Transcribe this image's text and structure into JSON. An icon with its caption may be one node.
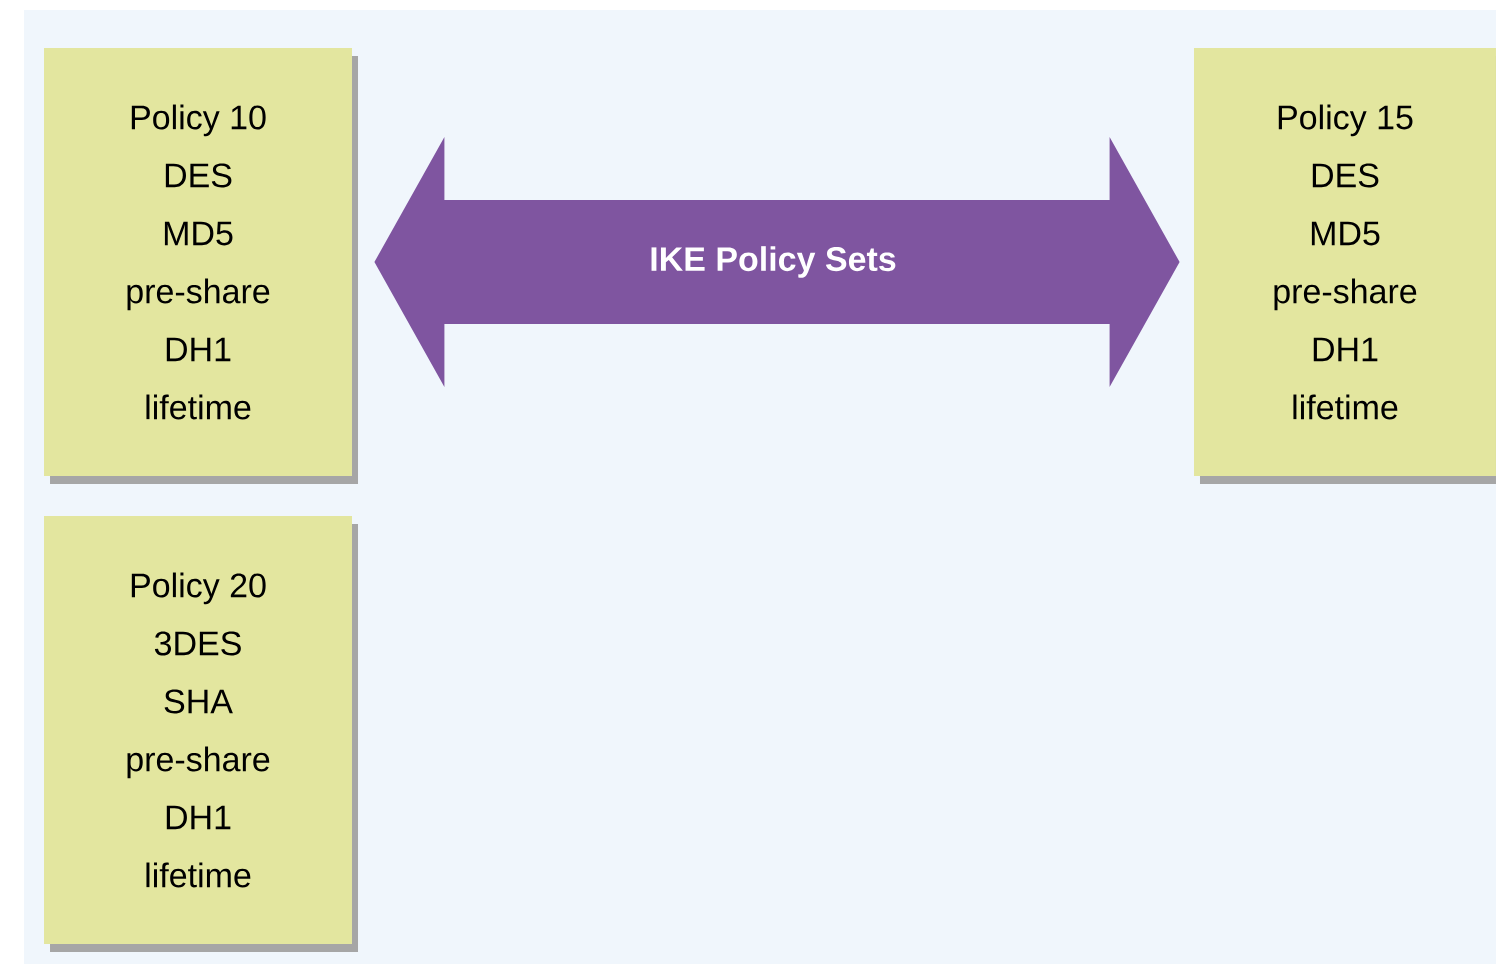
{
  "diagram": {
    "nodes": [
      {
        "text": [
          "Policy 10",
          "DES",
          "MD5",
          "pre-share",
          "DH1",
          "lifetime"
        ]
      },
      {
        "text": [
          "Policy 20",
          "3DES",
          "SHA",
          "pre-share",
          "DH1",
          "lifetime"
        ]
      },
      {
        "text": [
          "Policy 15",
          "DES",
          "MD5",
          "pre-share",
          "DH1",
          "lifetime"
        ]
      }
    ],
    "edges": [
      {
        "from": 0,
        "to": 2,
        "arrow": "both",
        "label": "IKE Policy Sets"
      }
    ]
  }
}
